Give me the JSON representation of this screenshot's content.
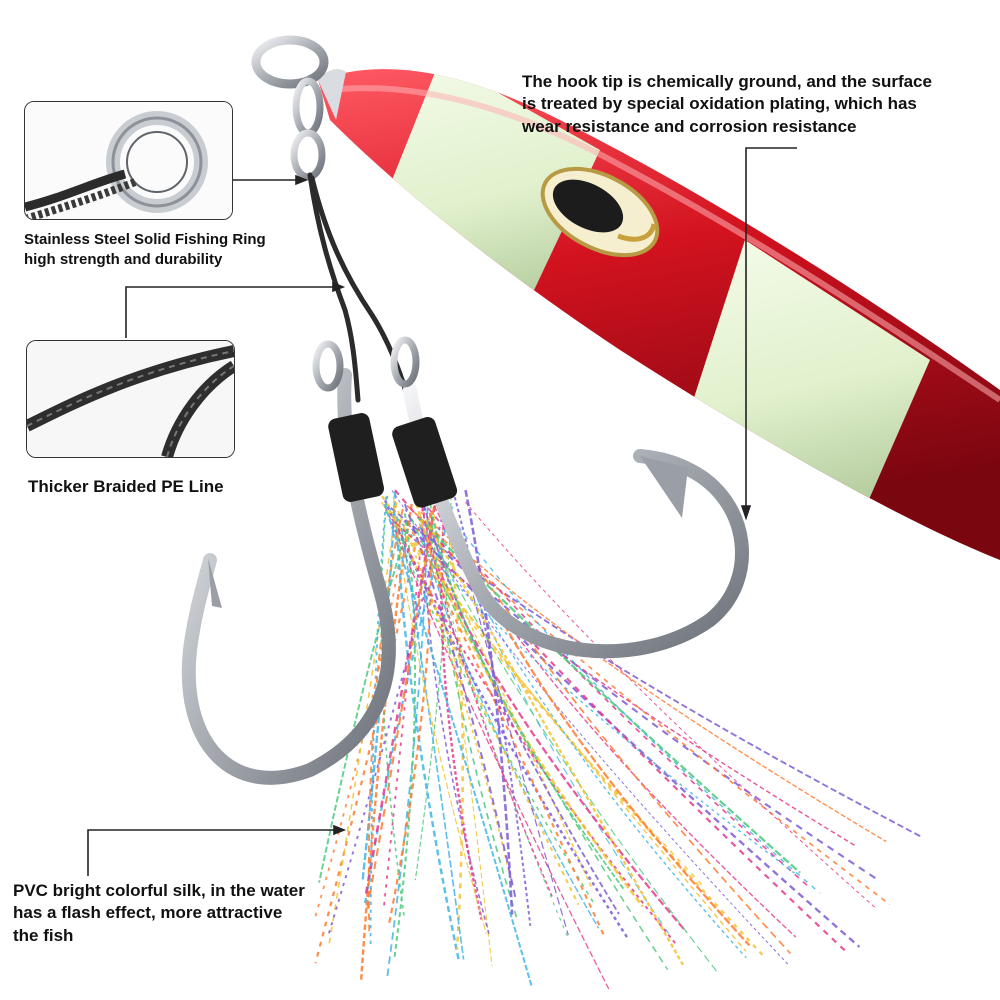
{
  "annotations": {
    "ring": {
      "line1": "Stainless Steel Solid Fishing Ring",
      "line2": "high strength and durability"
    },
    "braided_line": {
      "label": "Thicker Braided PE Line"
    },
    "hook_tip": {
      "line1": "The hook tip is chemically ground, and the surface",
      "line2": "is treated by special oxidation plating, which has",
      "line3": "wear resistance and corrosion resistance"
    },
    "silk": {
      "line1": "PVC bright colorful silk, in the water",
      "line2": "has a flash effect, more attractive",
      "line3": "the fish"
    }
  },
  "colors": {
    "lure_body": "#c8101c",
    "glow_band": "#e4f3d2",
    "hook_steel": "#b9bcc2",
    "braid": "#2b2b2b",
    "silk": [
      "#e63a8a",
      "#f2c230",
      "#3fb5e6",
      "#7c5cd6",
      "#49c97a",
      "#ff7a2e"
    ]
  }
}
